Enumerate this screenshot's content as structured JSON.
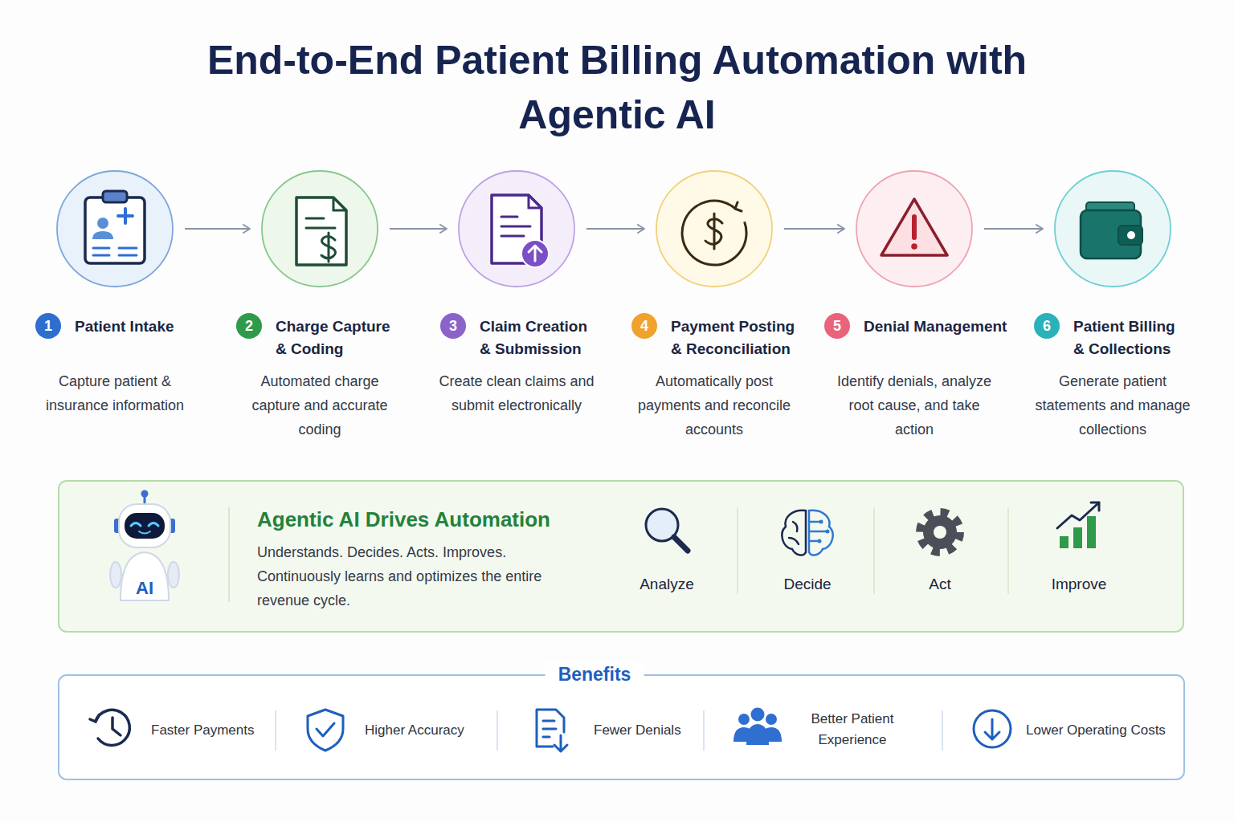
{
  "diagram": {
    "title": "End-to-End Patient Billing Automation with Agentic AI",
    "nodes": [
      {
        "text": [
          "Patient Intake",
          "Capture patient & insurance information"
        ]
      },
      {
        "text": [
          "1"
        ]
      },
      {
        "text": [
          "Charge Capture & Coding",
          "Automated charge capture and accurate coding"
        ]
      },
      {
        "text": [
          "2"
        ]
      },
      {
        "text": [
          "Claim Creation & Submission",
          "Create clean claims and submit electronically"
        ]
      },
      {
        "text": [
          "3"
        ]
      },
      {
        "text": [
          "Payment Posting & Reconciliation",
          "Automatically post payments and reconcile accounts"
        ]
      },
      {
        "text": [
          "4"
        ]
      },
      {
        "text": [
          "Denial Management",
          "Identify denials, analyze root cause, and take action"
        ]
      },
      {
        "text": [
          "5"
        ]
      },
      {
        "text": [
          "Patient Billing & Collections",
          "Generate patient statements and manage collections"
        ]
      },
      {
        "text": [
          "6"
        ]
      },
      {
        "text": [
          "Agentic AI Drives Automation",
          "Understands. Decides. Acts. Improves. Continuously learns and optimizes the entire revenue cycle."
        ]
      },
      {
        "text": [
          "Benefits"
        ]
      }
    ],
    "edges": [
      {
        "from": 0,
        "to": 2,
        "arrow": "to"
      },
      {
        "from": 2,
        "to": 4,
        "arrow": "to"
      },
      {
        "from": 4,
        "to": 6,
        "arrow": "to"
      },
      {
        "from": 6,
        "to": 8,
        "arrow": "to"
      },
      {
        "from": 8,
        "to": 10,
        "arrow": "to"
      }
    ],
    "labels": [
      "AI",
      "Analyze",
      "Decide",
      "Act",
      "Improve",
      "Faster Payments",
      "Higher Accuracy",
      "Fewer Denials",
      "Better Patient Experience",
      "Lower Operating Costs"
    ]
  }
}
